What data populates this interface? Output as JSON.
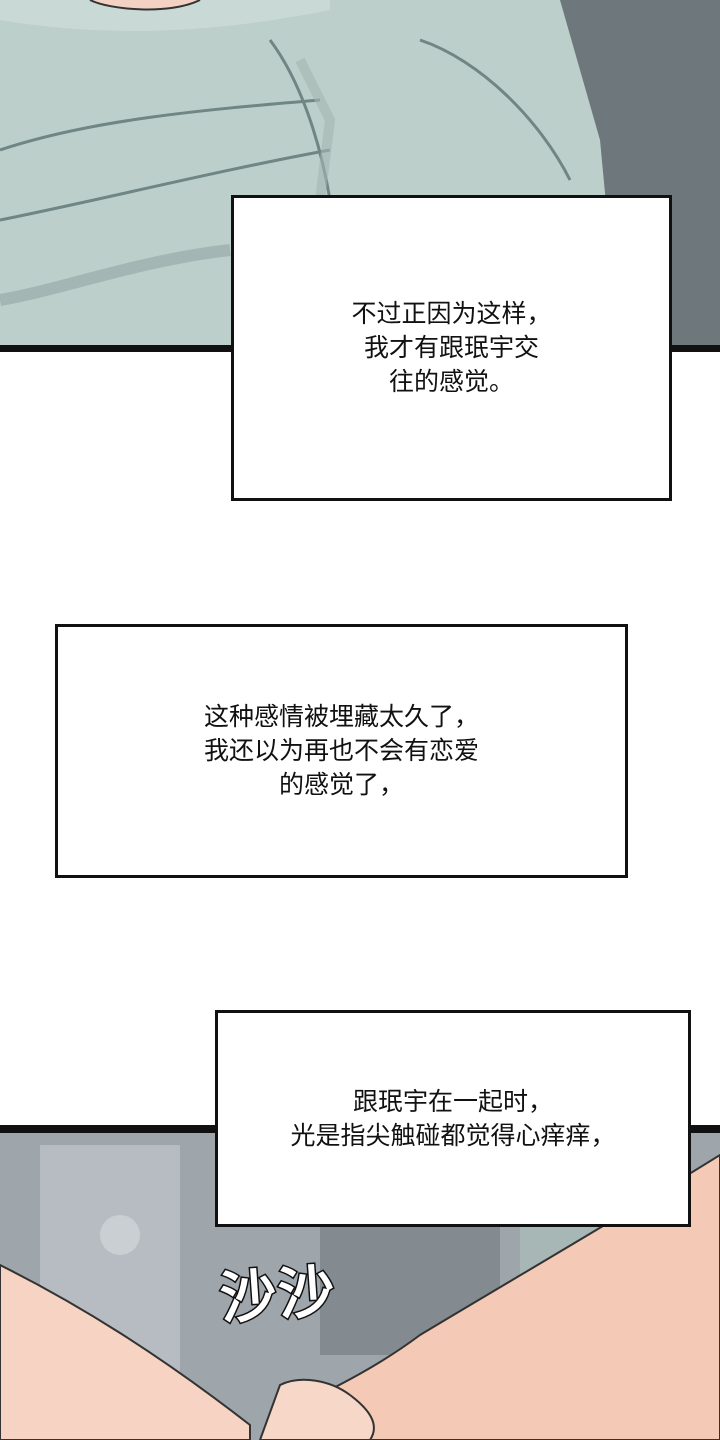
{
  "captions": [
    {
      "text": "不过正因为这样，\n我才有跟珉宇交\n往的感觉。"
    },
    {
      "text": "这种感情被埋藏太久了，\n我还以为再也不会有恋爱\n的感觉了，"
    },
    {
      "text": "跟珉宇在一起时，\n光是指尖触碰都觉得心痒痒，"
    }
  ],
  "sfx": {
    "text": "沙沙"
  },
  "colors": {
    "shirt": "#b8cbc6",
    "shirt_shadow": "#9fb2b0",
    "bg_gray": "#8a9296",
    "skin": "#f6d3c2",
    "outline": "#111111"
  }
}
